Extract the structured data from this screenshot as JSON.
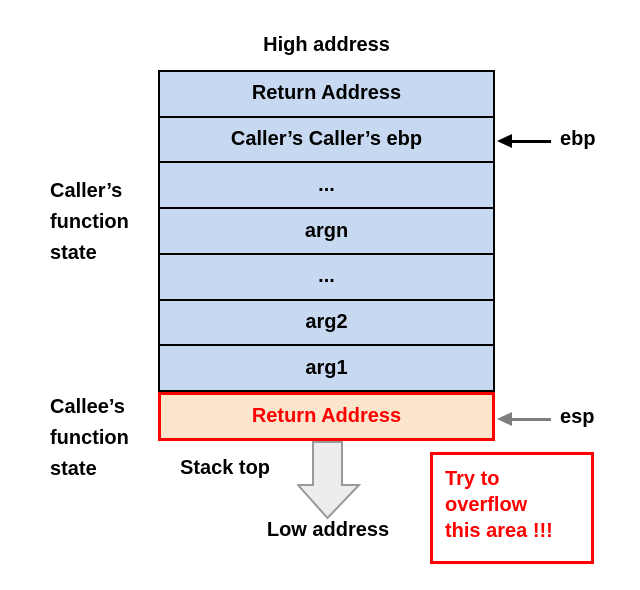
{
  "diagram": {
    "high_address": "High address",
    "stack_rows": [
      {
        "label": "Return Address"
      },
      {
        "label": "Caller’s Caller’s ebp"
      },
      {
        "label": "..."
      },
      {
        "label": "argn"
      },
      {
        "label": "..."
      },
      {
        "label": "arg2"
      },
      {
        "label": "arg1"
      }
    ],
    "return_address_callee": "Return Address",
    "caller_state": "Caller’s\nfunction\nstate",
    "callee_state": "Callee’s\nfunction\nstate",
    "ebp_label": "ebp",
    "esp_label": "esp",
    "stack_top": "Stack top",
    "low_address": "Low address",
    "overflow_note": "Try to\noverflow\nthis area !!!",
    "colors": {
      "cell_blue": "#c7d9f1",
      "cell_peach": "#fce5cd",
      "alert_red": "#ff0000",
      "ebp_arrow_black": "#000000",
      "esp_arrow_gray": "#7f7f7f",
      "stack_arrow_fill": "#ededed",
      "stack_arrow_stroke": "#999999"
    }
  }
}
